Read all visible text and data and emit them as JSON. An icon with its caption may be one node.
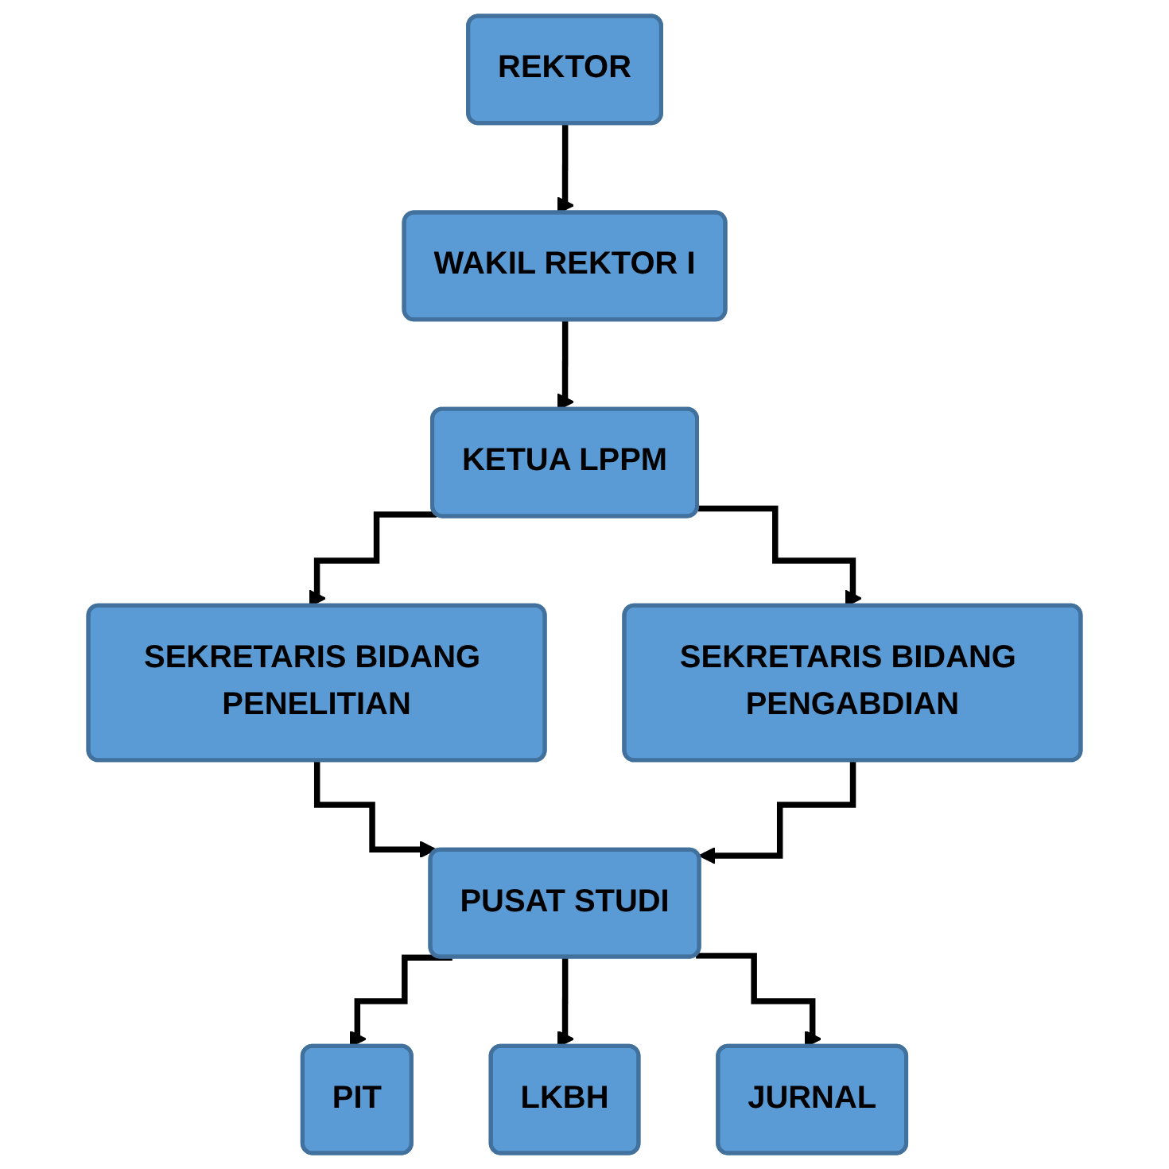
{
  "diagram": {
    "nodes": [
      {
        "text": [
          "REKTOR"
        ]
      },
      {
        "text": [
          "WAKIL REKTOR I"
        ]
      },
      {
        "text": [
          "KETUA LPPM"
        ]
      },
      {
        "text": [
          "SEKRETARIS BIDANG PENELITIAN"
        ]
      },
      {
        "text": [
          "SEKRETARIS BIDANG PENGABDIAN"
        ]
      },
      {
        "text": [
          "PUSAT STUDI"
        ]
      },
      {
        "text": [
          "PIT"
        ]
      },
      {
        "text": [
          "LKBH"
        ]
      },
      {
        "text": [
          "JURNAL"
        ]
      }
    ],
    "edges": [
      {
        "from": 0,
        "to": 1,
        "arrow": "to"
      },
      {
        "from": 1,
        "to": 2,
        "arrow": "to"
      },
      {
        "from": 2,
        "to": 3,
        "arrow": "to"
      },
      {
        "from": 2,
        "to": 4,
        "arrow": "to"
      },
      {
        "from": 3,
        "to": 5,
        "arrow": "to"
      },
      {
        "from": 4,
        "to": 5,
        "arrow": "to"
      },
      {
        "from": 5,
        "to": 6,
        "arrow": "to"
      },
      {
        "from": 5,
        "to": 7,
        "arrow": "to"
      },
      {
        "from": 5,
        "to": 8,
        "arrow": "to"
      }
    ]
  }
}
